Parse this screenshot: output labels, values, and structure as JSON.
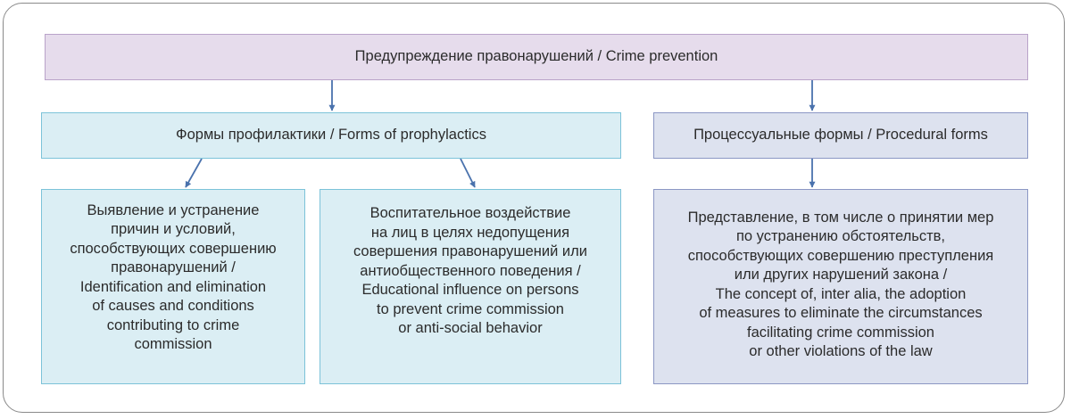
{
  "colors": {
    "top_fill": "#e6dcec",
    "top_border": "#b9a3c9",
    "teal_fill": "#dbeef4",
    "teal_border": "#7cc3d9",
    "blue_fill": "#dde2ef",
    "blue_border": "#8b97c4",
    "arrow": "#4a72ad"
  },
  "diagram": {
    "root": "Предупреждение правонарушений / Crime prevention",
    "branches": [
      {
        "label": "Формы профилактики / Forms of prophylactics",
        "children": [
          "Выявление и устранение\nпричин и условий,\nспособствующих совершению\nправонарушений /\nIdentification and elimination\nof causes and conditions\ncontributing to crime\ncommission",
          "Воспитательное воздействие\nна лиц в целях недопущения\nсовершения правонарушений или\nантиобщественного поведения /\nEducational influence on persons\nto prevent crime commission\nor anti-social behavior"
        ]
      },
      {
        "label": "Процессуальные формы / Procedural forms",
        "children": [
          "Представление, в том числе о принятии мер\nпо устранению обстоятельств,\nспособствующих совершению преступления\nили других нарушений закона /\nThe concept of, inter alia, the adoption\nof measures to eliminate the circumstances\nfacilitating crime commission\nor other violations of the law"
        ]
      }
    ]
  }
}
